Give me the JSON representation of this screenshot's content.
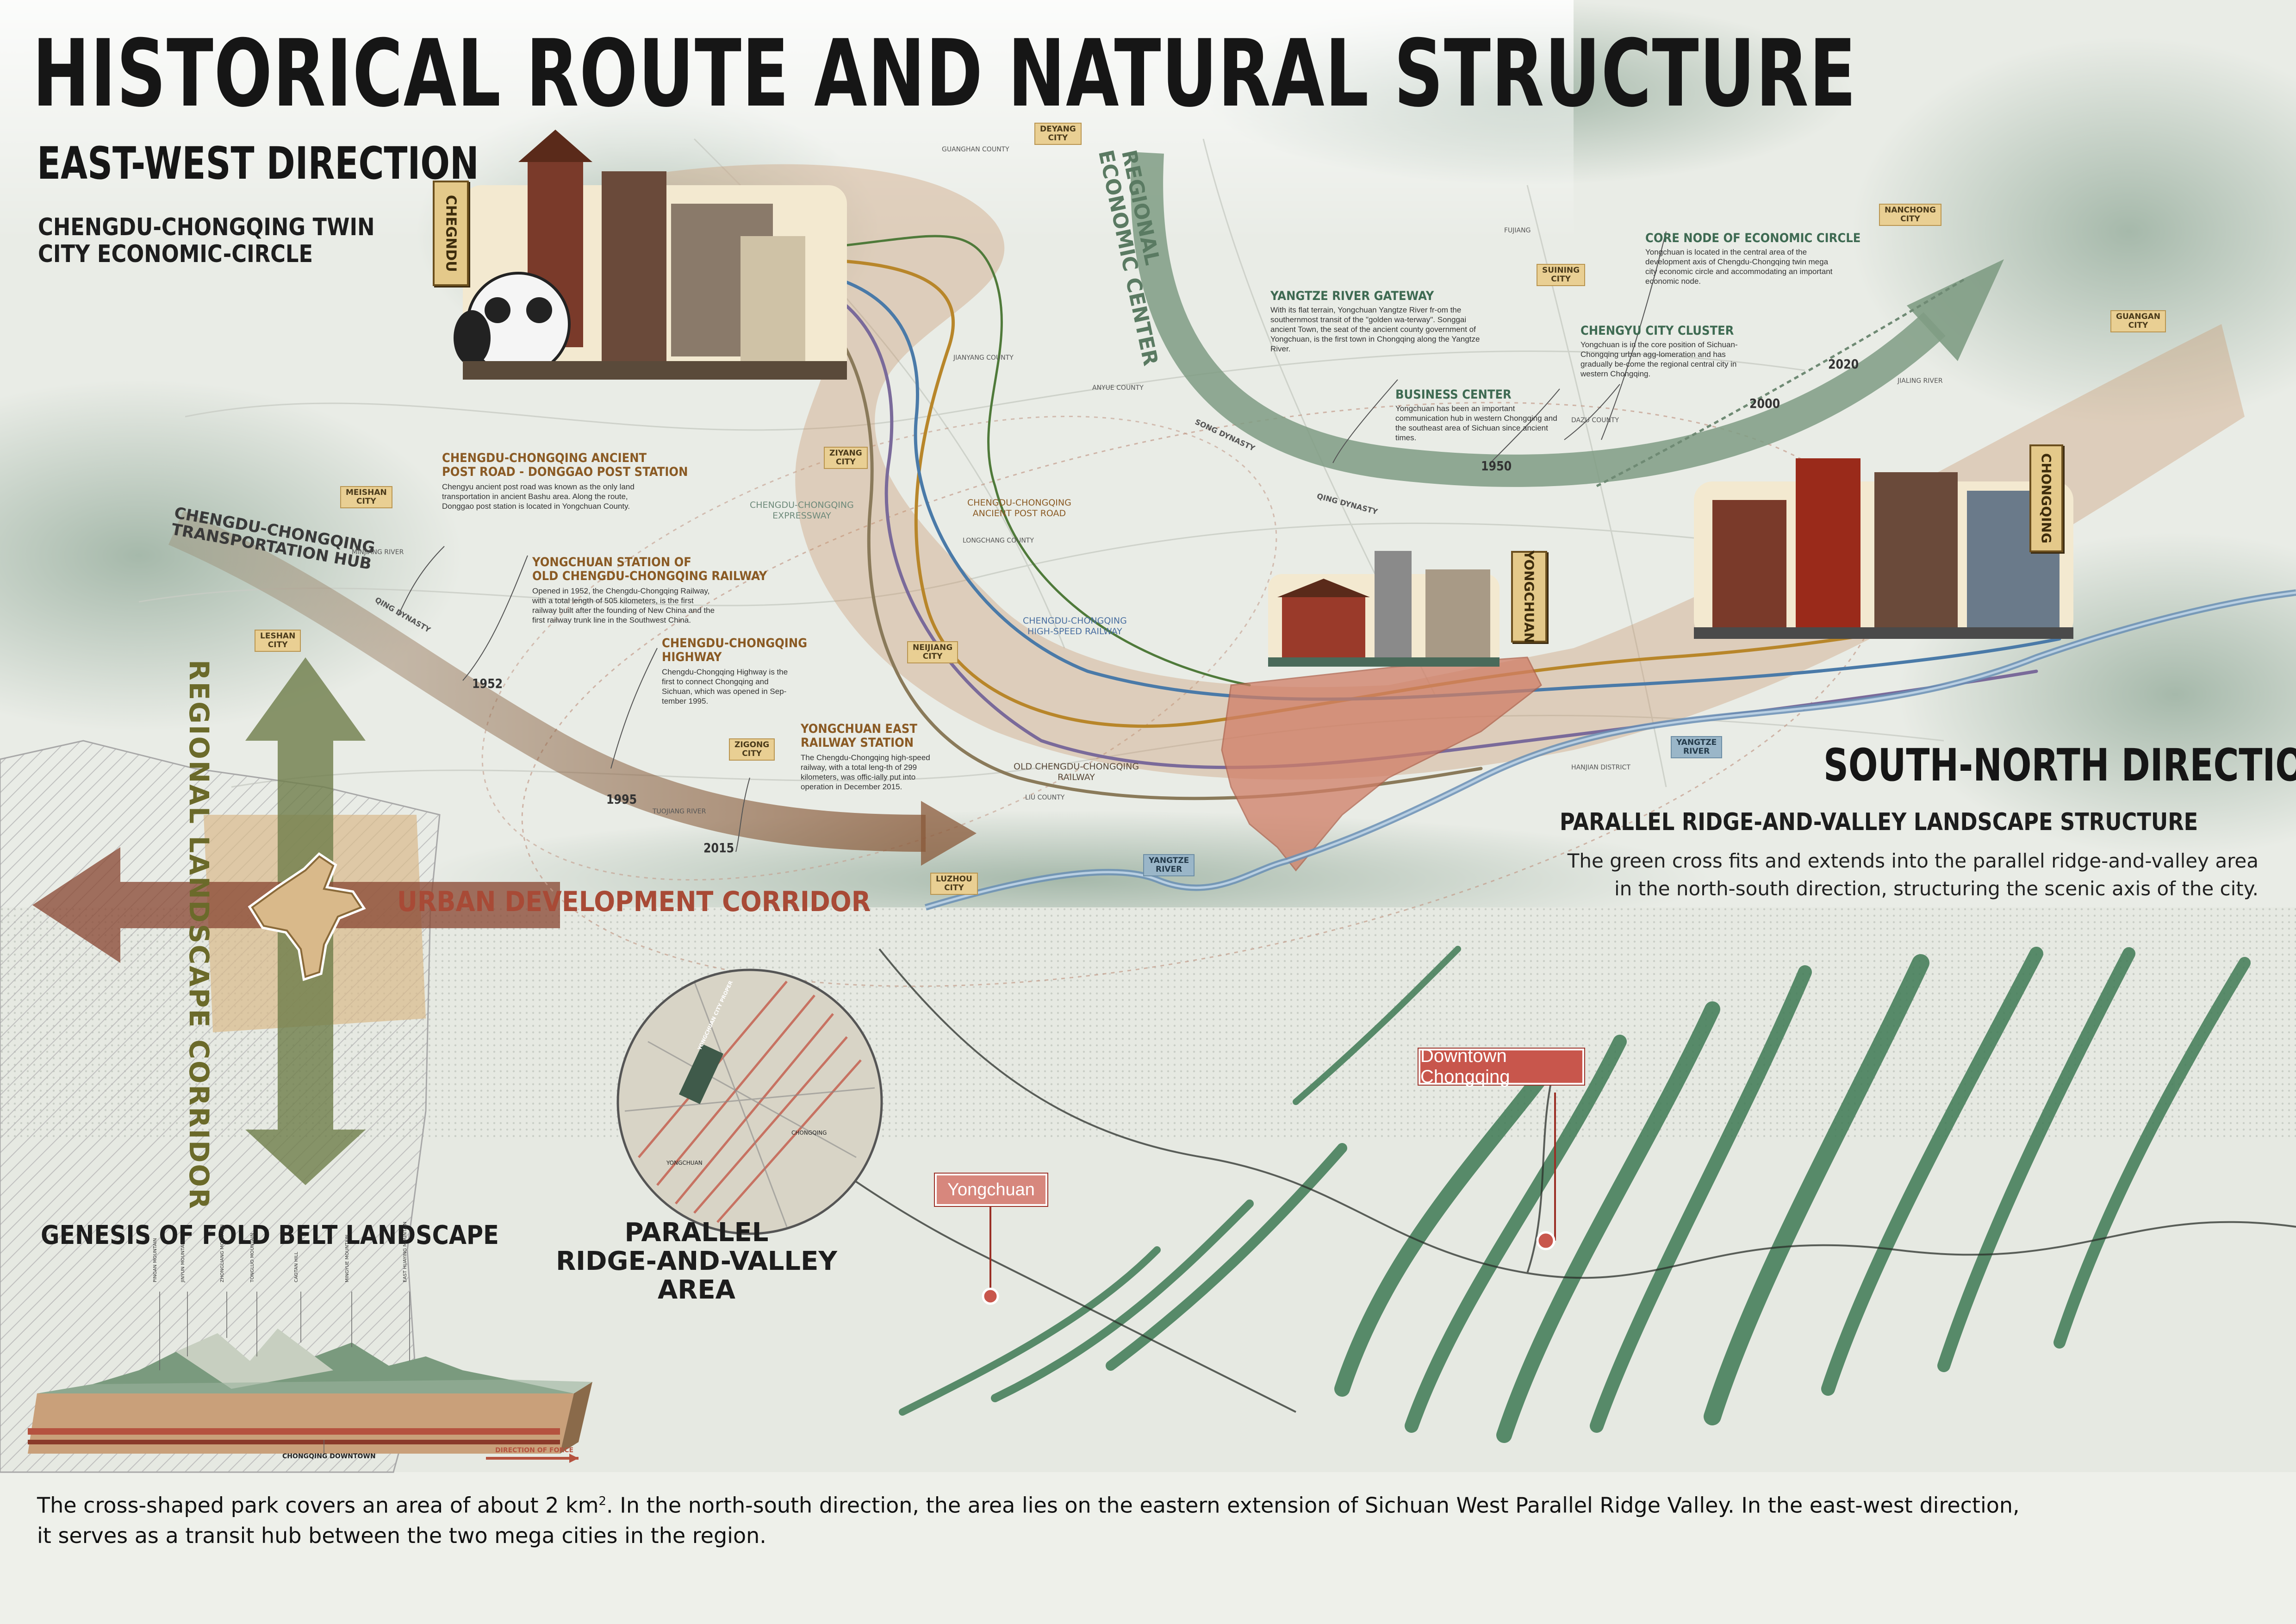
{
  "title": "HISTORICAL ROUTE AND NATURAL STRUCTURE",
  "east_west": {
    "heading": "EAST-WEST DIRECTION",
    "subheading_line1": "CHENGDU-CHONGQING TWIN",
    "subheading_line2": "CITY ECONOMIC-CIRCLE"
  },
  "south_north": {
    "heading": "SOUTH-NORTH DIRECTION",
    "subheading": "PARALLEL RIDGE-AND-VALLEY LANDSCAPE STRUCTURE",
    "text_line1": "The green cross fits and extends into the parallel ridge-and-valley area",
    "text_line2": "in the north-south direction, structuring the scenic axis of the city."
  },
  "corridors": {
    "vertical": "REGIONAL LANDSCAPE CORRIDOR",
    "horizontal": "URBAN DEVELOPMENT CORRIDOR",
    "economic_center_line1": "REGIONAL",
    "economic_center_line2": "ECONOMIC CENTER"
  },
  "vertical_labels": {
    "chengdu": "CHEGNDU",
    "yongchuan": "YONGCHUAN",
    "chongqing": "CHONGQING"
  },
  "hub_label_line1": "CHENGDU-CHONGQING",
  "hub_label_line2": "TRANSPORTATION HUB",
  "years": {
    "y1952": "1952",
    "y1995": "1995",
    "y2015": "2015",
    "y1950": "1950",
    "y2000": "2000",
    "y2020": "2020"
  },
  "dynasties": {
    "qing1": "QING DYNASTY",
    "qing2": "QING DYNASTY",
    "song": "SONG DYNASTY"
  },
  "route_labels": {
    "expressway_line1": "CHENGDU-CHONGQING",
    "expressway_line2": "EXPRESSWAY",
    "ancient_line1": "CHENGDU-CHONGQING",
    "ancient_line2": "ANCIENT POST ROAD",
    "hsr_line1": "CHENGDU-CHONGQING",
    "hsr_line2": "HIGH-SPEED RAILWAY",
    "old_rail_line1": "OLD CHENGDU-CHONGQING",
    "old_rail_line2": "RAILWAY"
  },
  "notes": [
    {
      "title": "CHENGDU-CHONGQING ANCIENT",
      "title2": "POST ROAD - DONGGAO POST STATION",
      "text": "Chengyu ancient post road was known as the only land transportation in ancient Bashu area. Along the route, Donggao post station is located in Yongchuan County."
    },
    {
      "title": "YONGCHUAN STATION OF",
      "title2": "OLD CHENGDU-CHONGQING RAILWAY",
      "text": "Opened in 1952, the Chengdu-Chongqing Railway, with a total length of 505 kilometers, is the first railway built after the founding of New China and the first railway trunk line in the Southwest China."
    },
    {
      "title": "CHENGDU-CHONGQING",
      "title2": "HIGHWAY",
      "text": "Chengdu-Chongqing Highway is the first to connect Chongqing and Sichuan, which was opened in Sep-tember 1995."
    },
    {
      "title": "YONGCHUAN EAST",
      "title2": "RAILWAY STATION",
      "text": "The Chengdu-Chongqing high-speed railway, with a total leng-th of 299 kilometers, was offic-ially put into operation in December 2015."
    },
    {
      "title": "YANGTZE RIVER GATEWAY",
      "text": "With its flat terrain, Yongchuan Yangtze River fr-om the southernmost transit of the \"golden wa-terway\". Songgai ancient Town, the seat of the ancient county government of Yongchuan, is the first town in Chongqing along the Yangtze River."
    },
    {
      "title": "BUSINESS CENTER",
      "text": "Yongchuan has been an important communication hub in western Chongqing and the southeast area of Sichuan since ancient times."
    },
    {
      "title": "CHENGYU CITY CLUSTER",
      "text": "Yongchuan is in the core position of Sichuan-Chongqing urban agg-lomeration and has gradually be-come the regional central city in western Chongqing."
    },
    {
      "title": "CORE NODE OF ECONOMIC CIRCLE",
      "text": "Yongchuan is located in the central area of the development axis of Chengdu-Chongqing twin mega city economic circle and accommodating an important economic node."
    }
  ],
  "cities": [
    {
      "name": "MEISHAN\nCITY"
    },
    {
      "name": "LESHAN\nCITY"
    },
    {
      "name": "ZIGONG\nCITY"
    },
    {
      "name": "ZIYANG\nCITY"
    },
    {
      "name": "NEIJIANG\nCITY"
    },
    {
      "name": "LUZHOU\nCITY"
    },
    {
      "name": "DEYANG\nCITY"
    },
    {
      "name": "SUINING\nCITY"
    },
    {
      "name": "NANCHONG\nCITY"
    },
    {
      "name": "GUANGAN\nCITY"
    },
    {
      "name": "YANGTZE\nRIVER"
    },
    {
      "name": "YANGTZE\nRIVER"
    }
  ],
  "small_labels": {
    "guanghan": "GUANGHAN COUNTY",
    "jianyang": "JIANYANG COUNTY",
    "anyue": "ANYUE COUNTY",
    "dazu": "DAZU COUNTY",
    "fujiang": "FUJIANG",
    "minjiang": "MINJIANG RIVER",
    "tuojiang": "TUOJIANG RIVER",
    "jialing": "JIALING RIVER",
    "hanjian": "HANJIAN DISTRICT",
    "liuqing": "LIU COUNTY",
    "longchang": "LONGCHANG COUNTY"
  },
  "fold_belt": {
    "title": "GENESIS OF FOLD BELT LANDSCAPE",
    "mountains": [
      "PINGAN MOUNTAIN",
      "JINYUN MOUNTAIN",
      "ZHONGLIANG MOUNTAIN",
      "TONGLUO MOUNTAIN",
      "CAOTAN HILL",
      "MINGYUE MOUNTAIN",
      "EAST HUAYING MOUNTAIN"
    ],
    "downtown": "CHONGQING DOWNTOWN",
    "force": "DIRECTION OF FORCE"
  },
  "ridge_area": {
    "title_line1": "PARALLEL",
    "title_line2": "RIDGE-AND-VALLEY AREA",
    "inset_label": "YONGCHUAN CITY PROPER",
    "inset_yongchuan": "YONGCHUAN",
    "inset_chongqing": "CHONGQING"
  },
  "markers": {
    "downtown": "Downtown Chongqing",
    "yongchuan": "Yongchuan"
  },
  "caption_line1": "The cross-shaped park covers an area of about 2 km",
  "caption_sup": "2",
  "caption_line1_rest": ". In the north-south direction, the area lies on the eastern extension of Sichuan West Parallel Ridge Valley. In the east-west direction,",
  "caption_line2": "it serves as a transit hub between the two mega cities in the region.",
  "colors": {
    "green_arrow": "#5a7a4a",
    "brown_arrow": "#8a5a3a",
    "corridor_red": "#b85a4a",
    "pill_red": "#c8564c",
    "yongchuan_area": "#d98a74",
    "route_gold": "#b8862a",
    "route_blue": "#4a7aa8"
  }
}
